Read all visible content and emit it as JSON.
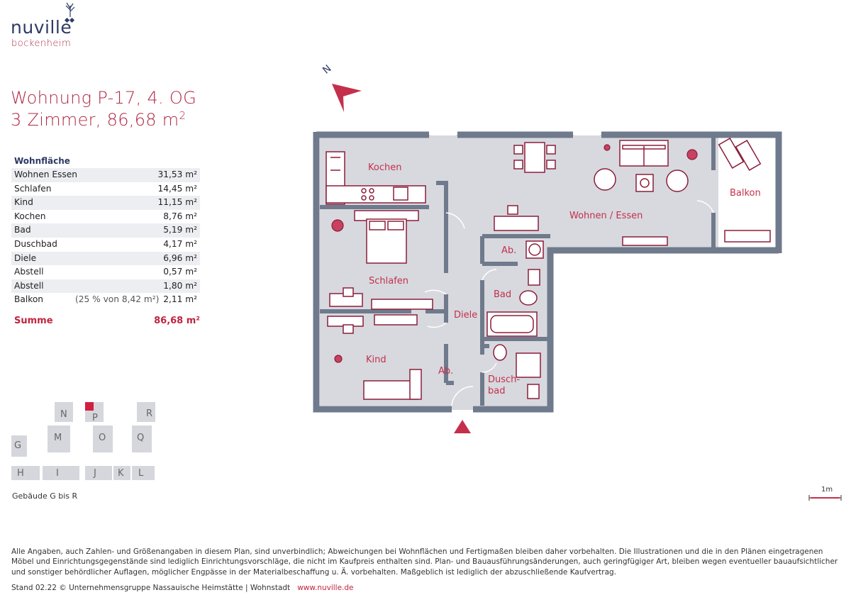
{
  "brand": {
    "name": "nuville",
    "sub": "bockenheim"
  },
  "title": {
    "line1": "Wohnung P-17, 4. OG",
    "line2": "3 Zimmer, 86,68 m",
    "line2_sup": "2"
  },
  "areas": {
    "header": "Wohnfläche",
    "rows": [
      {
        "label": "Wohnen Essen",
        "note": "",
        "value": "31,53 m²"
      },
      {
        "label": "Schlafen",
        "note": "",
        "value": "14,45 m²"
      },
      {
        "label": "Kind",
        "note": "",
        "value": "11,15 m²"
      },
      {
        "label": "Kochen",
        "note": "",
        "value": "8,76 m²"
      },
      {
        "label": "Bad",
        "note": "",
        "value": "5,19 m²"
      },
      {
        "label": "Duschbad",
        "note": "",
        "value": "4,17 m²"
      },
      {
        "label": "Diele",
        "note": "",
        "value": "6,96 m²"
      },
      {
        "label": "Abstell",
        "note": "",
        "value": "0,57 m²"
      },
      {
        "label": "Abstell",
        "note": "",
        "value": "1,80 m²"
      },
      {
        "label": "Balkon",
        "note": "(25 % von 8,42 m²)",
        "value": "2,11 m²"
      }
    ],
    "sum_label": "Summe",
    "sum_value": "86,68 m²"
  },
  "site": {
    "blocks": [
      "N",
      "P",
      "R",
      "M",
      "O",
      "Q",
      "G",
      "H",
      "I",
      "J",
      "K",
      "L"
    ],
    "caption": "Gebäude G bis R"
  },
  "plan": {
    "compass": "N",
    "rooms": {
      "kochen": "Kochen",
      "wohnen": "Wohnen / Essen",
      "balkon": "Balkon",
      "schlafen": "Schlafen",
      "abstell1": "Ab.",
      "bad": "Bad",
      "diele": "Diele",
      "kind": "Kind",
      "abstell2": "Ab.",
      "duschbad1": "Dusch-",
      "duschbad2": "bad"
    },
    "scale": "1m"
  },
  "disclaimer": "Alle Angaben, auch Zahlen- und Größenangaben in diesem Plan, sind unverbindlich; Abweichungen bei Wohnflächen und Fertigmaßen bleiben daher vorbehalten. Die Illustrationen und die in den Plänen eingetragenen Möbel und Einrichtungsgegenstände sind lediglich Einrichtungsvorschläge, die nicht im Kaufpreis enthalten sind. Plan- und Bauausführungsänderungen, auch geringfügiger Art, bleiben wegen eventueller bauaufsichtlicher und sonstiger behördlicher Auflagen, möglicher Engpässe in der Materialbeschaffung u. Ä. vorbehalten. Maßgeblich ist lediglich der abzuschließende Kaufvertrag.",
  "footer": {
    "text": "Stand 02.22 © Unternehmensgruppe Nassauische Heimstätte | Wohnstadt",
    "link": "www.nuville.de"
  },
  "colors": {
    "accent": "#c0243e",
    "navy": "#2e3a66",
    "wall": "#6f7a8c",
    "floor": "#d7d9de"
  }
}
